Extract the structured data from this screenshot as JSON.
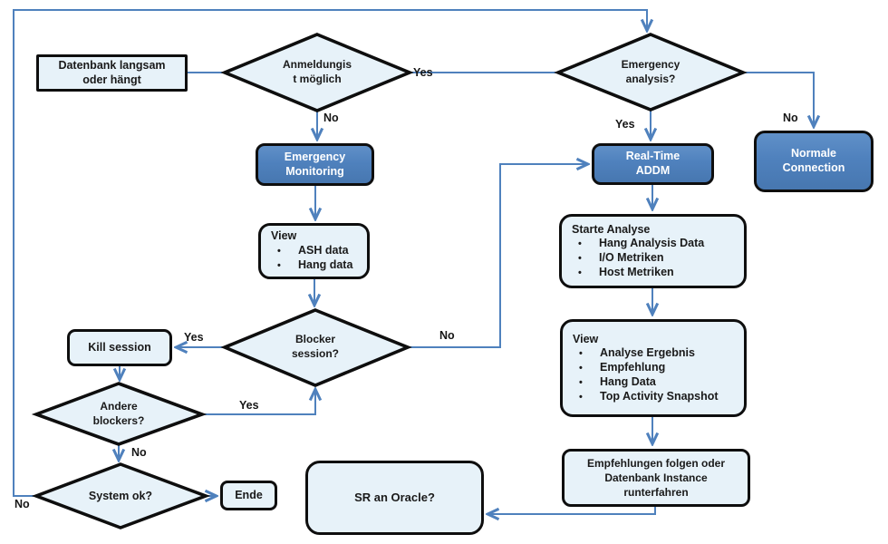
{
  "bullet": "•",
  "colors": {
    "connector": "#4f81bd",
    "shape_fill_light": "#e7f2f9",
    "shape_fill_dark": "#4f81bd",
    "shape_border": "#0e0e0e",
    "text_dark": "#1a1a1a",
    "text_on_dark": "#ffffff"
  },
  "nodes": {
    "datenbank": {
      "line1": "Datenbank langsam",
      "line2": "oder hängt"
    },
    "anmeldung": {
      "line1": "Anmeldungis",
      "line2": "t möglich"
    },
    "emergency_monitoring": {
      "line1": "Emergency",
      "line2": "Monitoring"
    },
    "view_ash": {
      "title": "View",
      "items": [
        "ASH data",
        "Hang data"
      ]
    },
    "blocker": {
      "line1": "Blocker",
      "line2": "session?"
    },
    "kill_session": {
      "label": "Kill session"
    },
    "andere": {
      "line1": "Andere",
      "line2": "blockers?"
    },
    "system_ok": {
      "label": "System ok?"
    },
    "ende": {
      "label": "Ende"
    },
    "sr_oracle": {
      "label": "SR  an Oracle?"
    },
    "emergency_analysis": {
      "line1": "Emergency",
      "line2": "analysis?"
    },
    "realtime_addm": {
      "line1": "Real-Time",
      "line2": "ADDM"
    },
    "normale_connection": {
      "line1": "Normale",
      "line2": "Connection"
    },
    "starte_analyse": {
      "title": "Starte Analyse",
      "items": [
        "Hang Analysis  Data",
        "I/O Metriken",
        "Host Metriken"
      ]
    },
    "view_right": {
      "title": "View",
      "items": [
        "Analyse Ergebnis",
        "Empfehlung",
        "Hang Data",
        "Top Activity Snapshot"
      ]
    },
    "empfehlungen": {
      "line1": "Empfehlungen folgen oder",
      "line2": "Datenbank Instance",
      "line3": "runterfahren"
    }
  },
  "edge_labels": {
    "anmeldung_yes": "Yes",
    "anmeldung_no": "No",
    "emergency_yes": "Yes",
    "emergency_no": "No",
    "blocker_yes": "Yes",
    "blocker_no": "No",
    "andere_yes": "Yes",
    "andere_no": "No",
    "system_no": "No"
  }
}
